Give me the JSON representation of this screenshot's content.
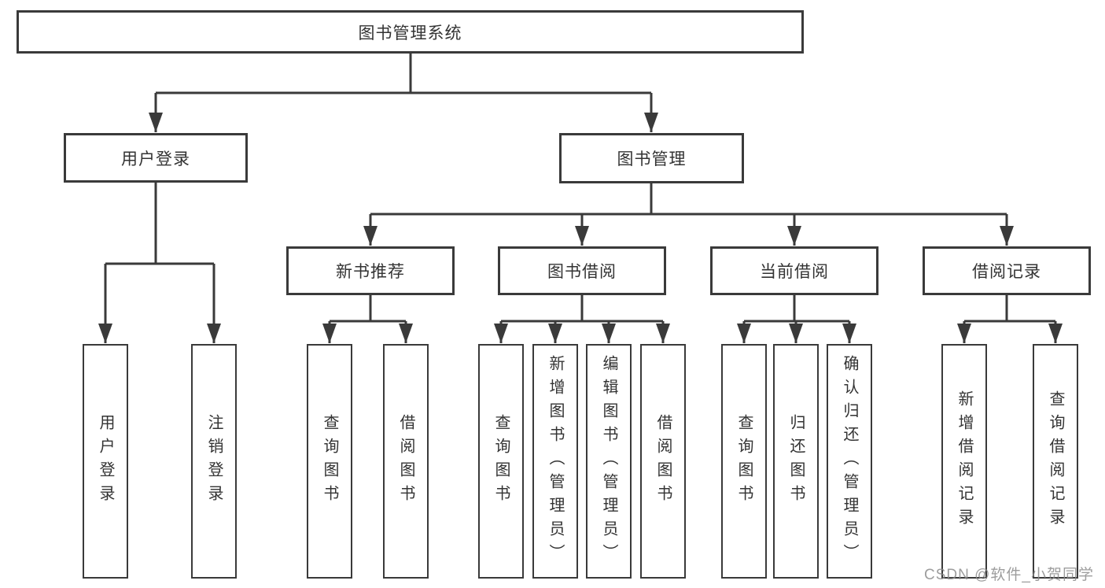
{
  "tree": {
    "root": {
      "label": "图书管理系统"
    },
    "branches": [
      {
        "label": "用户登录",
        "leaves": [
          {
            "label": "用户登录"
          },
          {
            "label": "注销登录"
          }
        ]
      },
      {
        "label": "图书管理",
        "groups": [
          {
            "label": "新书推荐",
            "leaves": [
              {
                "label": "查询图书"
              },
              {
                "label": "借阅图书"
              }
            ]
          },
          {
            "label": "图书借阅",
            "leaves": [
              {
                "label": "查询图书"
              },
              {
                "label": "新增图书（管理员）"
              },
              {
                "label": "编辑图书（管理员）"
              },
              {
                "label": "借阅图书"
              }
            ]
          },
          {
            "label": "当前借阅",
            "leaves": [
              {
                "label": "查询图书"
              },
              {
                "label": "归还图书"
              },
              {
                "label": "确认归还（管理员）"
              }
            ]
          },
          {
            "label": "借阅记录",
            "leaves": [
              {
                "label": "新增借阅记录"
              },
              {
                "label": "查询借阅记录"
              }
            ]
          }
        ]
      }
    ]
  },
  "watermark": {
    "text": "CSDN @软件_小贺同学"
  },
  "colors": {
    "line": "#3a3a3a",
    "text": "#333333",
    "background": "#ffffff",
    "watermark": "#8c8c8c"
  }
}
